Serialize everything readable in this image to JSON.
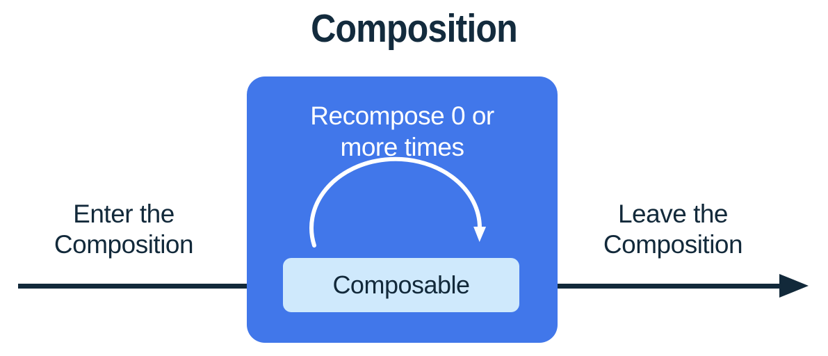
{
  "diagram": {
    "title": "Composition",
    "enter_label": {
      "line1": "Enter the",
      "line2": "Composition"
    },
    "leave_label": {
      "line1": "Leave the",
      "line2": "Composition"
    },
    "composition_box": {
      "recompose_line1": "Recompose 0 or",
      "recompose_line2": "more times",
      "composable_label": "Composable"
    },
    "icons": {
      "recompose_loop_arrow": "curved-arc-arrow-clockwise",
      "enter_arrow": "right-arrow",
      "leave_arrow": "right-arrow"
    },
    "colors": {
      "background": "#ffffff",
      "composition_box_fill": "#4177EA",
      "composable_node_fill": "#CFE9FC",
      "text_and_arrows": "#12293A",
      "loop_arrow": "#ffffff"
    }
  }
}
